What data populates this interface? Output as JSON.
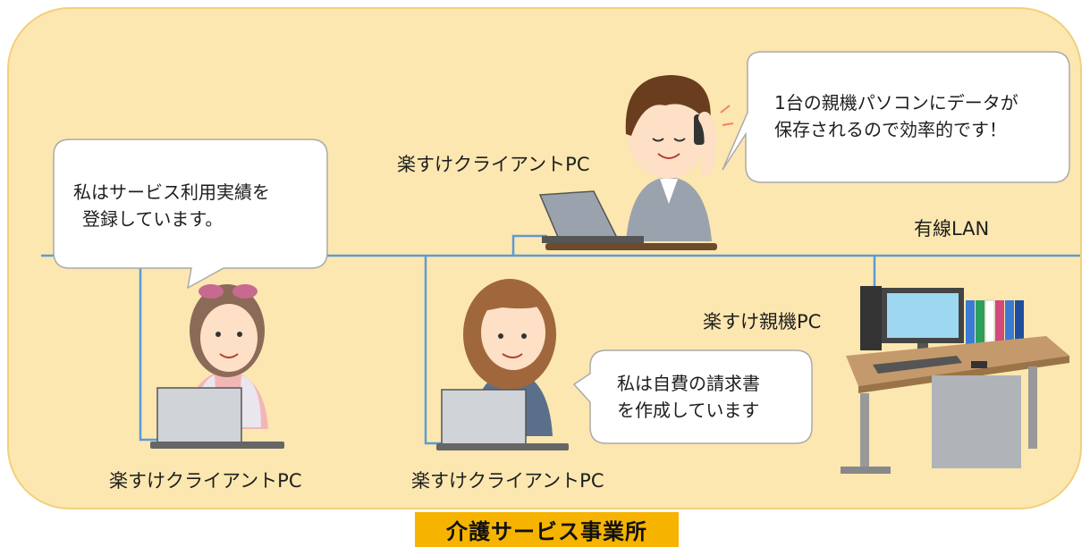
{
  "diagram": {
    "network_label": "有線LAN",
    "office_label": "介護サービス事業所",
    "nodes": [
      {
        "label": "楽すけクライアントPC"
      },
      {
        "label": "楽すけクライアントPC"
      },
      {
        "label": "楽すけクライアントPC"
      },
      {
        "label": "楽すけ親機PC"
      }
    ],
    "bubbles": [
      {
        "line1": "1台の親機パソコンにデータが",
        "line2": "保存されるので効率的です！"
      },
      {
        "line1": "私はサービス利用実績を",
        "line2": "登録しています。"
      },
      {
        "line1": "私は自費の請求書",
        "line2": "を作成しています"
      }
    ]
  },
  "colors": {
    "background": "#fce7b0",
    "network_line": "#5b9bd5",
    "footer": "#f6b400"
  }
}
